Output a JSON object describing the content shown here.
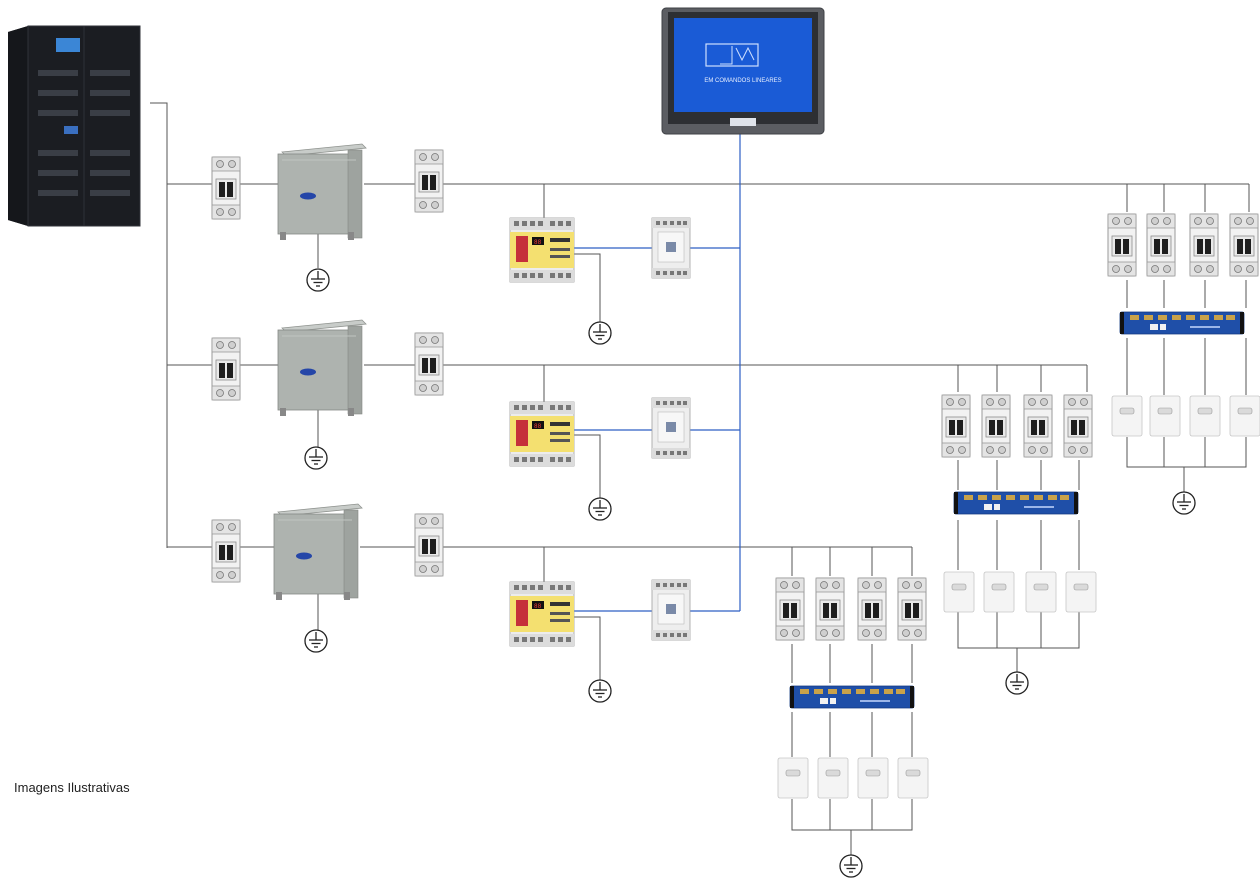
{
  "caption": "Imagens Ilustrativas",
  "hmi": {
    "brand_text": "EM COMANDOS LINEARES"
  },
  "colors": {
    "wire": "#555555",
    "data_bus": "#2d5fc4",
    "hmi_screen": "#1a5bd6",
    "distribution_bar": "#1f4fa8",
    "enclosure": "#a9aeab",
    "ups_cabinet": "#1b1d22"
  },
  "components": {
    "ups": {
      "icon": "ups-cabinet-icon"
    },
    "hmi": {
      "icon": "touch-panel-icon"
    },
    "branches": [
      {
        "id": "branch-1",
        "load_outlets": 4,
        "ground": true
      },
      {
        "id": "branch-2",
        "load_outlets": 4,
        "ground": true
      },
      {
        "id": "branch-3",
        "load_outlets": 4,
        "ground": true
      }
    ]
  }
}
